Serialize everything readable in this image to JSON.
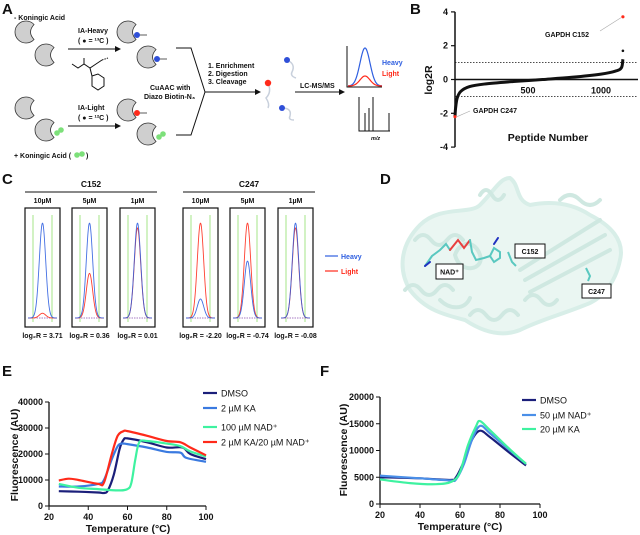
{
  "panels": {
    "A": {
      "label": "A",
      "minus_ka": "- Koningic Acid",
      "plus_ka": "+ Koningic Acid (",
      "plus_ka_close": ")",
      "ia_heavy": "IA-Heavy",
      "heavy_iso": "( ● = ¹³C )",
      "ia_light": "IA-Light",
      "light_iso": "( ● = ¹²C )",
      "cuaac_1": "CuAAC with",
      "cuaac_2": "Diazo Biotin-N₃",
      "steps": [
        "1. Enrichment",
        "2. Digestion",
        "3. Cleavage"
      ],
      "lcms": "LC-MS/MS",
      "heavy": "Heavy",
      "light": "Light",
      "mz": "m/z"
    },
    "B": {
      "label": "B"
    },
    "C": {
      "label": "C"
    },
    "D": {
      "label": "D",
      "nad": "NAD⁺",
      "c152": "C152",
      "c247": "C247"
    },
    "E": {
      "label": "E"
    },
    "F": {
      "label": "F"
    }
  },
  "colors": {
    "heavy": "#2f5fe0",
    "light": "#ff2a1a",
    "dmso": "#1b1f7a",
    "ka": "#3a7ae0",
    "nad": "#3ef2a0",
    "combo": "#ff2a1a",
    "protein": "#cde8e0"
  },
  "chart_data": [
    {
      "id": "B",
      "type": "scatter",
      "xlabel": "Peptide Number",
      "ylabel": "log2R",
      "xlim": [
        0,
        1200
      ],
      "ylim": [
        -4,
        4
      ],
      "xticks": [
        "500",
        "1000"
      ],
      "yticks": [
        "4",
        "2",
        "0",
        "-2",
        "-4"
      ],
      "thresholds": [
        1,
        -1
      ],
      "curve": [
        [
          0,
          -2.2
        ],
        [
          4,
          -1.7
        ],
        [
          15,
          -1.1
        ],
        [
          40,
          -0.7
        ],
        [
          100,
          -0.42
        ],
        [
          200,
          -0.27
        ],
        [
          400,
          -0.12
        ],
        [
          600,
          0.0
        ],
        [
          800,
          0.13
        ],
        [
          1000,
          0.32
        ],
        [
          1100,
          0.5
        ],
        [
          1140,
          0.7
        ],
        [
          1150,
          1.2
        ]
      ],
      "extra_points": [
        [
          1150,
          1.7
        ]
      ],
      "highlights": [
        {
          "label": "GAPDH C152",
          "x": 1150,
          "y": 3.71
        },
        {
          "label": "GAPDH C247",
          "x": 0,
          "y": -2.2
        }
      ]
    },
    {
      "id": "C",
      "type": "line",
      "legend": [
        "Heavy",
        "Light"
      ],
      "groups": [
        {
          "title": "C152",
          "panels": [
            {
              "conc": "10µM",
              "heavy": 1.0,
              "light": 0.05,
              "ratio": "log₂R = 3.71"
            },
            {
              "conc": "5µM",
              "heavy": 1.0,
              "light": 0.47,
              "ratio": "log₂R = 0.36"
            },
            {
              "conc": "1µM",
              "heavy": 1.0,
              "light": 0.95,
              "ratio": "log₂R = 0.01"
            }
          ]
        },
        {
          "title": "C247",
          "panels": [
            {
              "conc": "10µM",
              "heavy": 0.2,
              "light": 1.0,
              "ratio": "log₂R = -2.20"
            },
            {
              "conc": "5µM",
              "heavy": 0.6,
              "light": 1.0,
              "ratio": "log₂R = -0.74"
            },
            {
              "conc": "1µM",
              "heavy": 1.0,
              "light": 0.95,
              "ratio": "log₂R = -0.08"
            }
          ]
        }
      ]
    },
    {
      "id": "E",
      "type": "line",
      "xlabel": "Temperature (°C)",
      "ylabel": "Fluorescence (AU)",
      "xlim": [
        20,
        100
      ],
      "ylim": [
        0,
        40000
      ],
      "xticks": [
        "20",
        "40",
        "60",
        "80",
        "100"
      ],
      "yticks": [
        "0",
        "10000",
        "20000",
        "30000",
        "40000"
      ],
      "legend_position": "top-right",
      "series": [
        {
          "name": "DMSO",
          "color": "#1b1f7a",
          "points": [
            [
              25,
              5700
            ],
            [
              35,
              5500
            ],
            [
              45,
              5200
            ],
            [
              48,
              5000
            ],
            [
              50,
              6000
            ],
            [
              53,
              12000
            ],
            [
              56,
              22000
            ],
            [
              58,
              25500
            ],
            [
              60,
              26000
            ],
            [
              70,
              24500
            ],
            [
              80,
              22500
            ],
            [
              88,
              22500
            ],
            [
              92,
              20000
            ],
            [
              100,
              18000
            ]
          ]
        },
        {
          "name": "2 µM KA",
          "color": "#3a7ae0",
          "points": [
            [
              25,
              7500
            ],
            [
              35,
              7500
            ],
            [
              45,
              8500
            ],
            [
              48,
              10000
            ],
            [
              52,
              18000
            ],
            [
              55,
              23000
            ],
            [
              57,
              24000
            ],
            [
              60,
              23800
            ],
            [
              70,
              22500
            ],
            [
              80,
              20800
            ],
            [
              87,
              20500
            ],
            [
              90,
              18500
            ],
            [
              100,
              17000
            ]
          ]
        },
        {
          "name": "100 µM NAD⁺",
          "color": "#3ef2a0",
          "points": [
            [
              25,
              8500
            ],
            [
              35,
              7000
            ],
            [
              45,
              6500
            ],
            [
              55,
              6000
            ],
            [
              60,
              6500
            ],
            [
              62,
              9000
            ],
            [
              64,
              18000
            ],
            [
              66,
              24500
            ],
            [
              70,
              25000
            ],
            [
              80,
              24000
            ],
            [
              87,
              23000
            ],
            [
              92,
              21000
            ],
            [
              100,
              19000
            ]
          ]
        },
        {
          "name": "2 µM KA/20 µM NAD⁺",
          "color": "#ff2a1a",
          "points": [
            [
              25,
              9800
            ],
            [
              30,
              10500
            ],
            [
              35,
              10000
            ],
            [
              45,
              8500
            ],
            [
              48,
              9000
            ],
            [
              52,
              20000
            ],
            [
              55,
              27000
            ],
            [
              58,
              28800
            ],
            [
              60,
              28800
            ],
            [
              70,
              27000
            ],
            [
              80,
              25000
            ],
            [
              87,
              24500
            ],
            [
              92,
              22500
            ],
            [
              100,
              19500
            ]
          ]
        }
      ]
    },
    {
      "id": "F",
      "type": "line",
      "xlabel": "Temperature (°C)",
      "ylabel": "Fluorescence (AU)",
      "xlim": [
        20,
        100
      ],
      "ylim": [
        0,
        20000
      ],
      "xticks": [
        "20",
        "40",
        "60",
        "80",
        "100"
      ],
      "yticks": [
        "0",
        "5000",
        "10000",
        "15000",
        "20000"
      ],
      "legend_position": "top-right",
      "series": [
        {
          "name": "DMSO",
          "color": "#1b1f7a",
          "points": [
            [
              20,
              5000
            ],
            [
              40,
              4800
            ],
            [
              55,
              4500
            ],
            [
              58,
              5000
            ],
            [
              62,
              8000
            ],
            [
              66,
              12000
            ],
            [
              70,
              13700
            ],
            [
              75,
              12500
            ],
            [
              85,
              9500
            ],
            [
              93,
              7200
            ]
          ]
        },
        {
          "name": "50 µM NAD⁺",
          "color": "#4a8fe8",
          "points": [
            [
              20,
              5300
            ],
            [
              40,
              4800
            ],
            [
              55,
              4400
            ],
            [
              58,
              4600
            ],
            [
              62,
              7500
            ],
            [
              66,
              12000
            ],
            [
              70,
              14600
            ],
            [
              75,
              13200
            ],
            [
              85,
              10000
            ],
            [
              93,
              7500
            ]
          ]
        },
        {
          "name": "20 µM KA",
          "color": "#3ef2a0",
          "points": [
            [
              20,
              4600
            ],
            [
              35,
              3900
            ],
            [
              48,
              3700
            ],
            [
              56,
              4200
            ],
            [
              60,
              6000
            ],
            [
              64,
              11000
            ],
            [
              68,
              14500
            ],
            [
              70,
              15500
            ],
            [
              75,
              13800
            ],
            [
              85,
              10200
            ],
            [
              93,
              7500
            ]
          ]
        }
      ]
    }
  ]
}
